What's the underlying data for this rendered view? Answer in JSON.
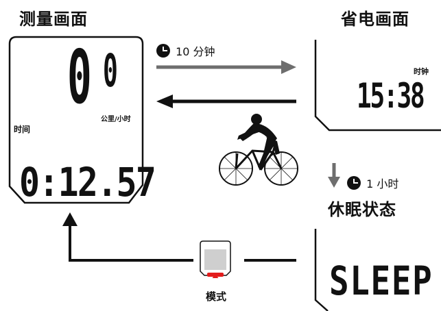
{
  "headings": {
    "measure": "测量画面",
    "power_save": "省电画面",
    "sleep": "休眠状态"
  },
  "measure_screen": {
    "speed_main": "0",
    "speed_small": "0",
    "speed_unit": "公里/小时",
    "time_label": "时间",
    "time_value": "0:12.57"
  },
  "power_save_screen": {
    "clock_label": "时钟",
    "clock_value": "15:38"
  },
  "sleep_screen": {
    "text": "SLEEP"
  },
  "transitions": {
    "to_power_save": "10 分钟",
    "to_sleep": "1 小时"
  },
  "device": {
    "button_label": "模式"
  },
  "colors": {
    "line": "#111111",
    "arrow_gray": "#6e6e6e",
    "button_red": "#e31d1d",
    "device_screen": "#cfcfcf"
  }
}
